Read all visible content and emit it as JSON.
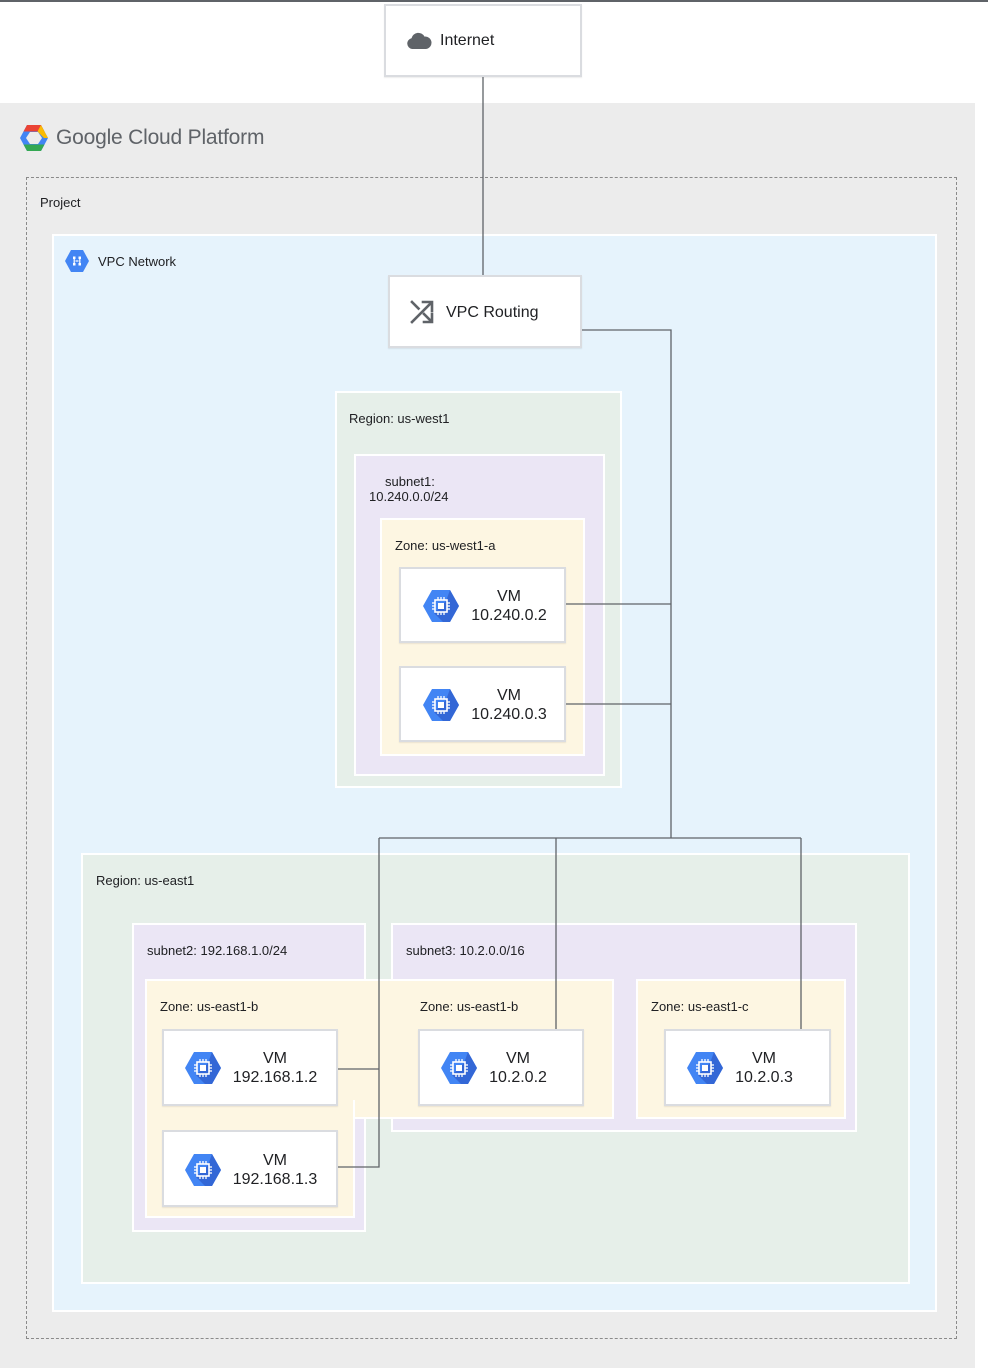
{
  "internet": {
    "label": "Internet"
  },
  "platform": {
    "name": "Google Cloud Platform"
  },
  "project": {
    "label": "Project"
  },
  "vpc": {
    "label": "VPC Network",
    "routing_label": "VPC Routing"
  },
  "regions": [
    {
      "label": "Region: us-west1",
      "subnets": [
        {
          "label_line1": "subnet1:",
          "label_line2": "10.240.0.0/24",
          "zones": [
            {
              "label": "Zone: us-west1-a",
              "vms": [
                {
                  "title": "VM",
                  "ip": "10.240.0.2"
                },
                {
                  "title": "VM",
                  "ip": "10.240.0.3"
                }
              ]
            }
          ]
        }
      ]
    },
    {
      "label": "Region: us-east1",
      "subnets": [
        {
          "label": "subnet2: 192.168.1.0/24",
          "zones": [
            {
              "label": "Zone: us-east1-b",
              "vms": [
                {
                  "title": "VM",
                  "ip": "192.168.1.2"
                },
                {
                  "title": "VM",
                  "ip": "192.168.1.3"
                }
              ]
            }
          ]
        },
        {
          "label": "subnet3: 10.2.0.0/16",
          "zones": [
            {
              "label": "Zone: us-east1-b",
              "vms": [
                {
                  "title": "VM",
                  "ip": "10.2.0.2"
                }
              ]
            },
            {
              "label": "Zone: us-east1-c",
              "vms": [
                {
                  "title": "VM",
                  "ip": "10.2.0.3"
                }
              ]
            }
          ]
        }
      ]
    }
  ],
  "colors": {
    "gcp_blue": "#4285f4",
    "gcp_red": "#ea4335",
    "gcp_yellow": "#fbbc05",
    "gcp_green": "#34a853",
    "connector": "#5f6368"
  },
  "icons": {
    "internet": "cloud-icon",
    "logo": "gcp-hexagon-logo-icon",
    "vpc": "vpc-network-icon",
    "routing": "shuffle-routing-icon",
    "vm": "compute-engine-icon"
  }
}
